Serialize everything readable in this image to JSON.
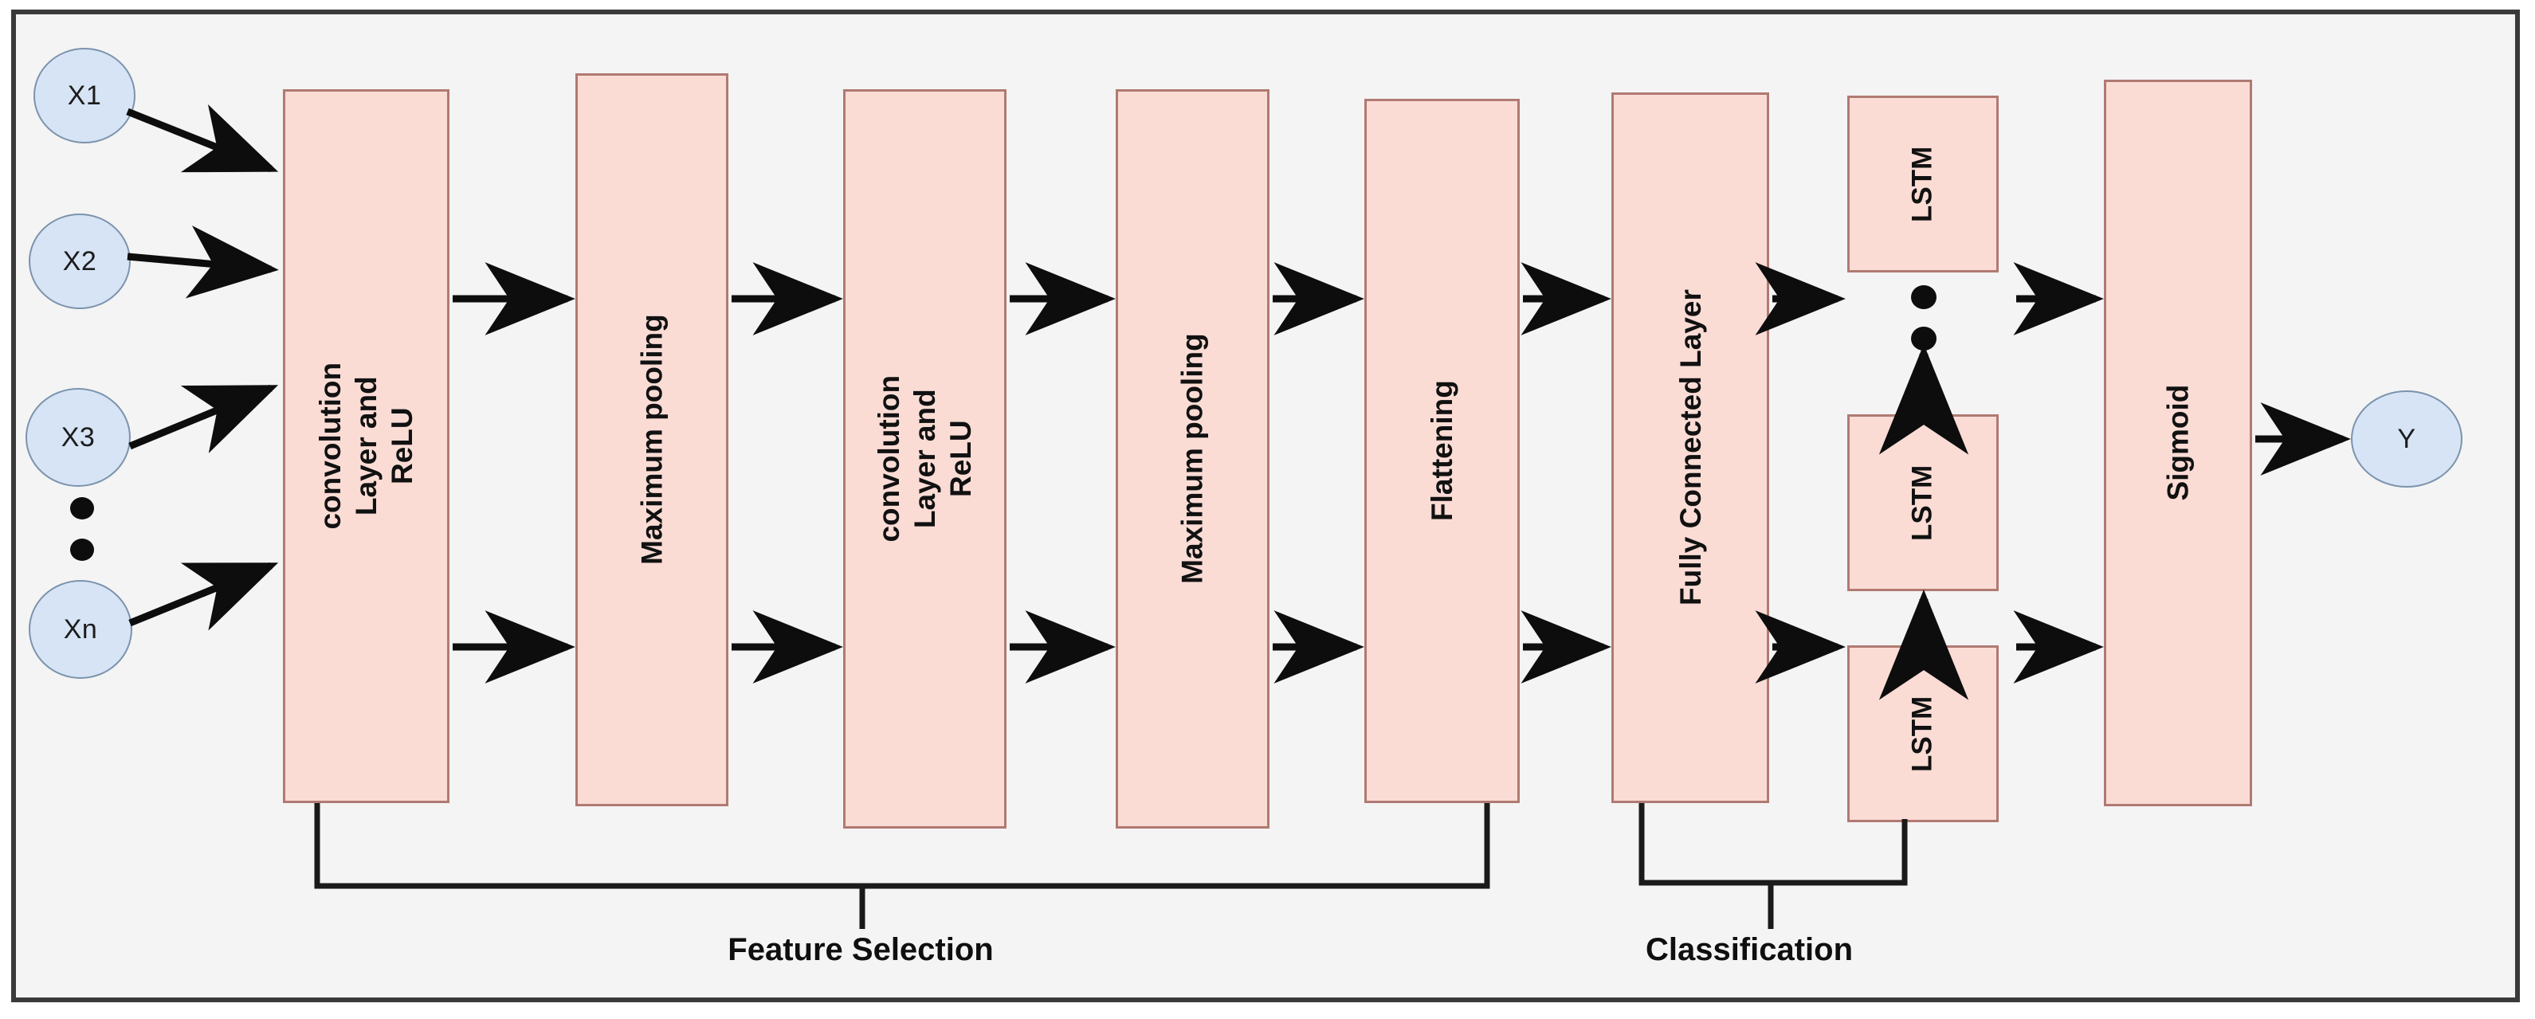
{
  "diagram": {
    "title": "CNN-LSTM architecture block diagram",
    "colors": {
      "block_fill": "#fadcd5",
      "block_border": "#b07a72",
      "node_fill": "#d6e4f5",
      "node_border": "#7c93ad",
      "canvas_bg": "#f4f4f4",
      "frame_border": "#3a3a3a",
      "arrow": "#0d0d0d",
      "text": "#111111"
    },
    "inputs": [
      {
        "label": "X1"
      },
      {
        "label": "X2"
      },
      {
        "label": "X3"
      },
      {
        "label": "Xn"
      }
    ],
    "input_ellipsis_dots": 2,
    "blocks": [
      {
        "id": "conv1",
        "label": "convolution Layer and ReLU"
      },
      {
        "id": "pool1",
        "label": "Maximum pooling"
      },
      {
        "id": "conv2",
        "label": "convolution Layer and ReLU"
      },
      {
        "id": "pool2",
        "label": "Maximum pooling"
      },
      {
        "id": "flatten",
        "label": "Flattening"
      },
      {
        "id": "fc",
        "label": "Fully Connected Layer"
      },
      {
        "id": "lstm1",
        "label": "LSTM"
      },
      {
        "id": "lstm2",
        "label": "LSTM"
      },
      {
        "id": "lstm3",
        "label": "LSTM"
      },
      {
        "id": "sigmoid",
        "label": "Sigmoid"
      }
    ],
    "lstm_ellipsis_dots": 2,
    "output": {
      "label": "Y"
    },
    "sections": [
      {
        "id": "feature-selection",
        "label": "Feature Selection"
      },
      {
        "id": "classification",
        "label": "Classification"
      }
    ]
  }
}
